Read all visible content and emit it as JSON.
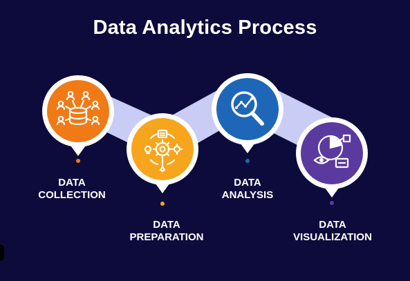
{
  "title": "Data Analytics Process",
  "colors": {
    "background": "#0d0b3b",
    "band": "#c9ccf4",
    "orange": "#f07a16",
    "amber": "#f7a51c",
    "blue": "#1e66b8",
    "purple": "#5b3aa0"
  },
  "steps": [
    {
      "line1": "DATA",
      "line2": "COLLECTION",
      "icon": "data-collection-icon"
    },
    {
      "line1": "DATA",
      "line2": "PREPARATION",
      "icon": "data-preparation-icon"
    },
    {
      "line1": "DATA",
      "line2": "ANALYSIS",
      "icon": "data-analysis-icon"
    },
    {
      "line1": "DATA",
      "line2": "VISUALIZATION",
      "icon": "data-visualization-icon"
    }
  ]
}
